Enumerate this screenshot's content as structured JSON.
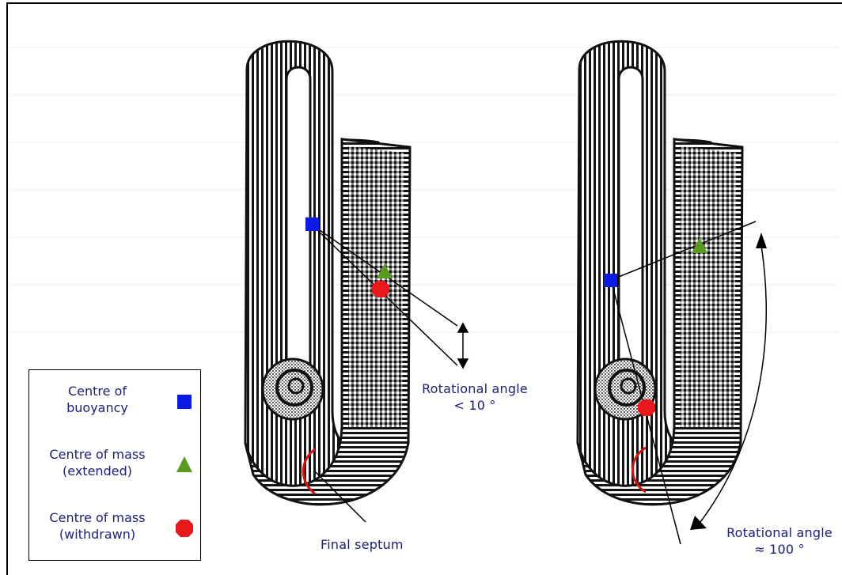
{
  "legend": {
    "buoyancy": {
      "line1": "Centre of",
      "line2": "buoyancy",
      "color": "#0a1be6",
      "icon": "blue-square"
    },
    "mass_extended": {
      "line1": "Centre of mass",
      "line2": "(extended)",
      "color": "#5a9a1e",
      "icon": "green-triangle"
    },
    "mass_withdrawn": {
      "line1": "Centre of mass",
      "line2": "(withdrawn)",
      "color": "#e8181c",
      "icon": "red-octagon"
    }
  },
  "labels": {
    "angle_left_line1": "Rotational angle",
    "angle_left_line2": "< 10 °",
    "angle_right_line1": "Rotational angle",
    "angle_right_line2": "≈ 100 °",
    "septum": "Final septum"
  },
  "colors": {
    "shell": "#111111",
    "septum_arc": "#dd1111",
    "label_text": "#1d1d78"
  }
}
